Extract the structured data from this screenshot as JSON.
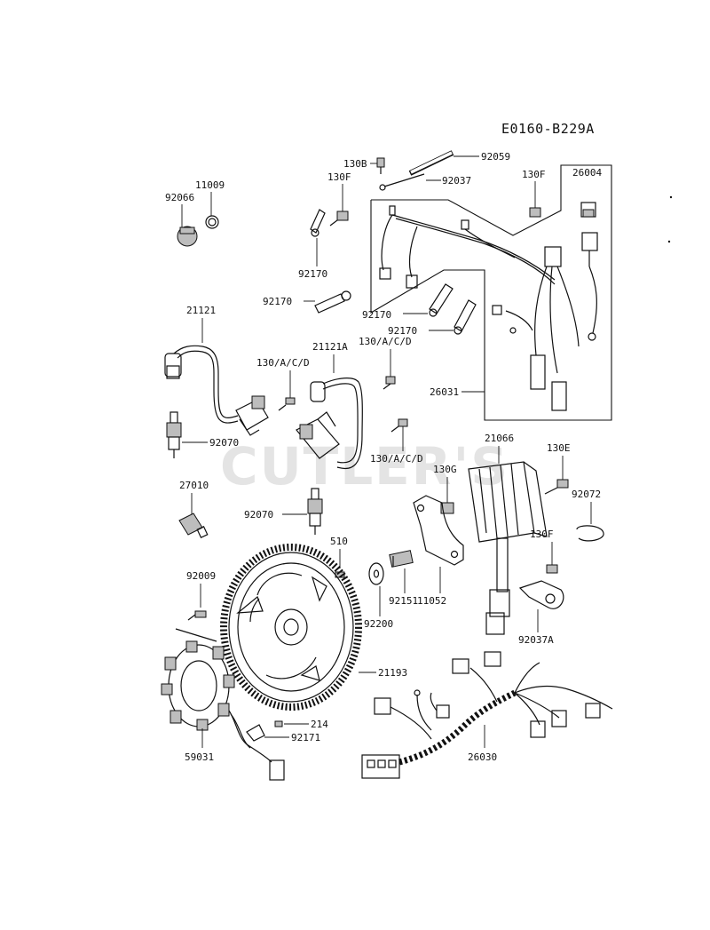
{
  "diagram": {
    "code": "E0160-B229A",
    "watermark": "CUTLER'S",
    "labels": {
      "l11009": "11009",
      "l92066": "92066",
      "l130B": "130B",
      "l92059": "92059",
      "l130F_top": "130F",
      "l92037": "92037",
      "l130F_right": "130F",
      "l26004": "26004",
      "l92170_a": "92170",
      "l92170_b": "92170",
      "l92170_c": "92170",
      "l92170_d": "92170",
      "l21121": "21121",
      "l21121A": "21121A",
      "l130ACD_a": "130/A/C/D",
      "l130ACD_b": "130/A/C/D",
      "l130ACD_c": "130/A/C/D",
      "l26031": "26031",
      "l92070_a": "92070",
      "l92070_b": "92070",
      "l21066": "21066",
      "l130E": "130E",
      "l27010": "27010",
      "l130G": "130G",
      "l92072": "92072",
      "l130F_low": "130F",
      "l510": "510",
      "l92009": "92009",
      "l92151": "92151",
      "l11052": "11052",
      "l92200": "92200",
      "l92037A": "92037A",
      "l21193": "21193",
      "l214": "214",
      "l92171": "92171",
      "l59031": "59031",
      "l26030": "26030"
    }
  }
}
